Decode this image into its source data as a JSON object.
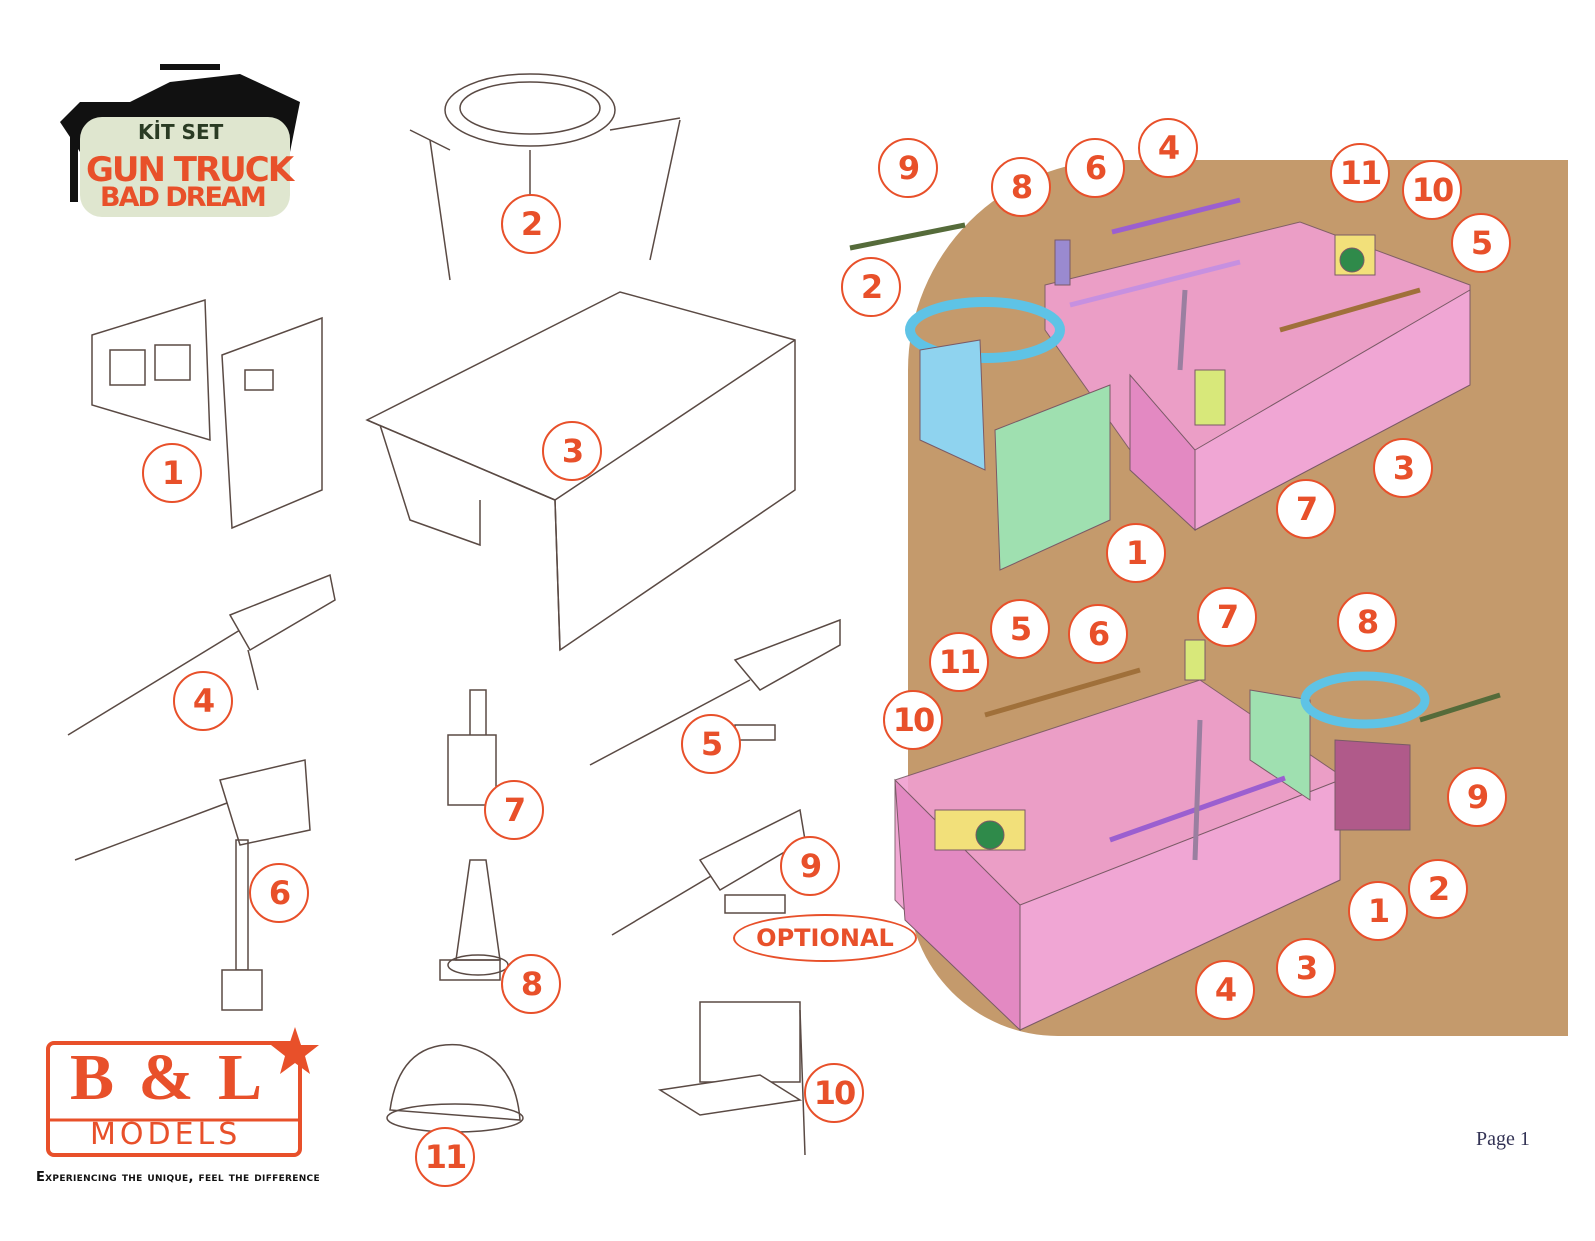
{
  "logo": {
    "kit_set": "KİT SET",
    "title_line1": "GUN TRUCK",
    "title_line2": "BAD DREAM"
  },
  "brand": {
    "name": "B & L",
    "sub": "MODELS",
    "tagline": "Experiencing the unique, feel the difference"
  },
  "optional_label": "OPTIONAL",
  "page_label": "Page 1",
  "colors": {
    "accent": "#e8502a",
    "background_panel": "#c49a6c",
    "box": "#f09fd0",
    "ring": "#8fd3ef",
    "door": "#9fe0b0"
  },
  "parts_callouts": [
    "2",
    "1",
    "3",
    "4",
    "5",
    "7",
    "6",
    "9",
    "8",
    "10",
    "11"
  ],
  "assembly_top_callouts": [
    "9",
    "8",
    "6",
    "4",
    "11",
    "10",
    "5",
    "2",
    "3",
    "7",
    "1"
  ],
  "assembly_bottom_callouts": [
    "7",
    "8",
    "5",
    "6",
    "11",
    "10",
    "9",
    "2",
    "1",
    "3",
    "4"
  ]
}
